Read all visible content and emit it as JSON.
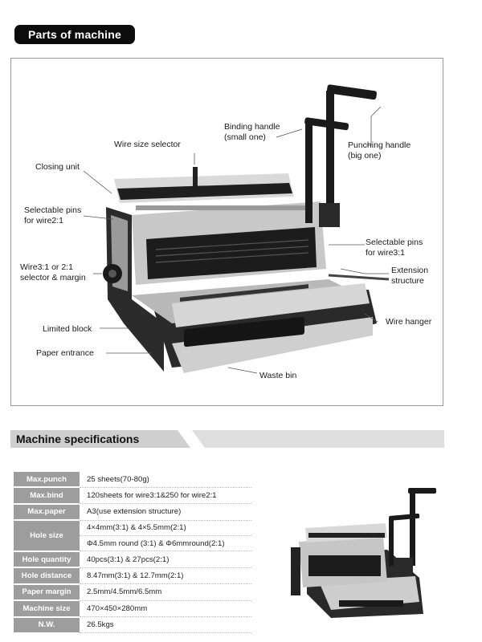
{
  "header": {
    "title": "Parts of machine"
  },
  "diagram": {
    "labels": {
      "binding_handle": "Binding handle\n(small one)",
      "wire_size_selector": "Wire size selector",
      "punching_handle": "Punching handle\n(big one)",
      "closing_unit": "Closing unit",
      "pins_wire21": "Selectable pins\nfor wire2:1",
      "pins_wire31": "Selectable pins\nfor wire3:1",
      "selector_margin": "Wire3:1 or 2:1\nselector & margin",
      "extension": "Extension\nstructure",
      "wire_hanger": "Wire hanger",
      "limited_block": "Limited block",
      "paper_entrance": "Paper entrance",
      "waste_bin": "Waste bin"
    }
  },
  "specs": {
    "title": "Machine specifications",
    "rows": [
      {
        "key": "Max.punch",
        "value": "25 sheets(70-80g)"
      },
      {
        "key": "Max.bind",
        "value": "120sheets for wire3:1&250 for wire2:1"
      },
      {
        "key": "Max.paper",
        "value": "A3(use extension structure)"
      },
      {
        "key": "Hole size",
        "value": "4×4mm(3:1) & 4×5.5mm(2:1)",
        "value2": "Φ4.5mm round (3:1) & Φ6mmround(2:1)"
      },
      {
        "key": "Hole quantity",
        "value": "40pcs(3:1) & 27pcs(2:1)"
      },
      {
        "key": "Hole distance",
        "value": "8.47mm(3:1) & 12.7mm(2:1)"
      },
      {
        "key": "Paper margin",
        "value": "2.5mm/4.5mm/6.5mm"
      },
      {
        "key": "Machine size",
        "value": "470×450×280mm"
      },
      {
        "key": "N.W.",
        "value": "26.5kgs"
      }
    ]
  }
}
